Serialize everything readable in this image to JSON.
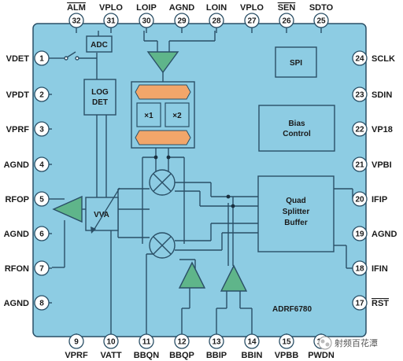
{
  "chip": {
    "part_number": "ADRF6780",
    "body_color": "#8dcce3",
    "line_color": "#2a4f66",
    "amp_color": "#5fb58a",
    "shifter_color": "#f2a66a",
    "block_color": "#8dcce3"
  },
  "pins": {
    "top": [
      {
        "num": "32",
        "name": "ALM",
        "overline": true
      },
      {
        "num": "31",
        "name": "VPLO"
      },
      {
        "num": "30",
        "name": "LOIP"
      },
      {
        "num": "29",
        "name": "AGND"
      },
      {
        "num": "28",
        "name": "LOIN"
      },
      {
        "num": "27",
        "name": "VPLO"
      },
      {
        "num": "26",
        "name": "SEN",
        "overline": true
      },
      {
        "num": "25",
        "name": "SDTO"
      }
    ],
    "left": [
      {
        "num": "1",
        "name": "VDET"
      },
      {
        "num": "2",
        "name": "VPDT"
      },
      {
        "num": "3",
        "name": "VPRF"
      },
      {
        "num": "4",
        "name": "AGND"
      },
      {
        "num": "5",
        "name": "RFOP"
      },
      {
        "num": "6",
        "name": "AGND"
      },
      {
        "num": "7",
        "name": "RFON"
      },
      {
        "num": "8",
        "name": "AGND"
      }
    ],
    "right": [
      {
        "num": "24",
        "name": "SCLK"
      },
      {
        "num": "23",
        "name": "SDIN"
      },
      {
        "num": "22",
        "name": "VP18"
      },
      {
        "num": "21",
        "name": "VPBI"
      },
      {
        "num": "20",
        "name": "IFIP"
      },
      {
        "num": "19",
        "name": "AGND"
      },
      {
        "num": "18",
        "name": "IFIN"
      },
      {
        "num": "17",
        "name": "RST",
        "overline": true
      }
    ],
    "bottom": [
      {
        "num": "9",
        "name": "VPRF"
      },
      {
        "num": "10",
        "name": "VATT"
      },
      {
        "num": "11",
        "name": "BBQN"
      },
      {
        "num": "12",
        "name": "BBQP"
      },
      {
        "num": "13",
        "name": "BBIP"
      },
      {
        "num": "14",
        "name": "BBIN"
      },
      {
        "num": "15",
        "name": "VPBB"
      },
      {
        "num": "16",
        "name": "PWDN"
      }
    ]
  },
  "blocks": {
    "adc": "ADC",
    "log_det_line1": "LOG",
    "log_det_line2": "DET",
    "vva": "VVA",
    "x1": "×1",
    "x2": "×2",
    "spi": "SPI",
    "bias_line1": "Bias",
    "bias_line2": "Control",
    "quad_line1": "Quad",
    "quad_line2": "Splitter",
    "quad_line3": "Buffer"
  },
  "watermark": {
    "text": "射频百花潭"
  }
}
